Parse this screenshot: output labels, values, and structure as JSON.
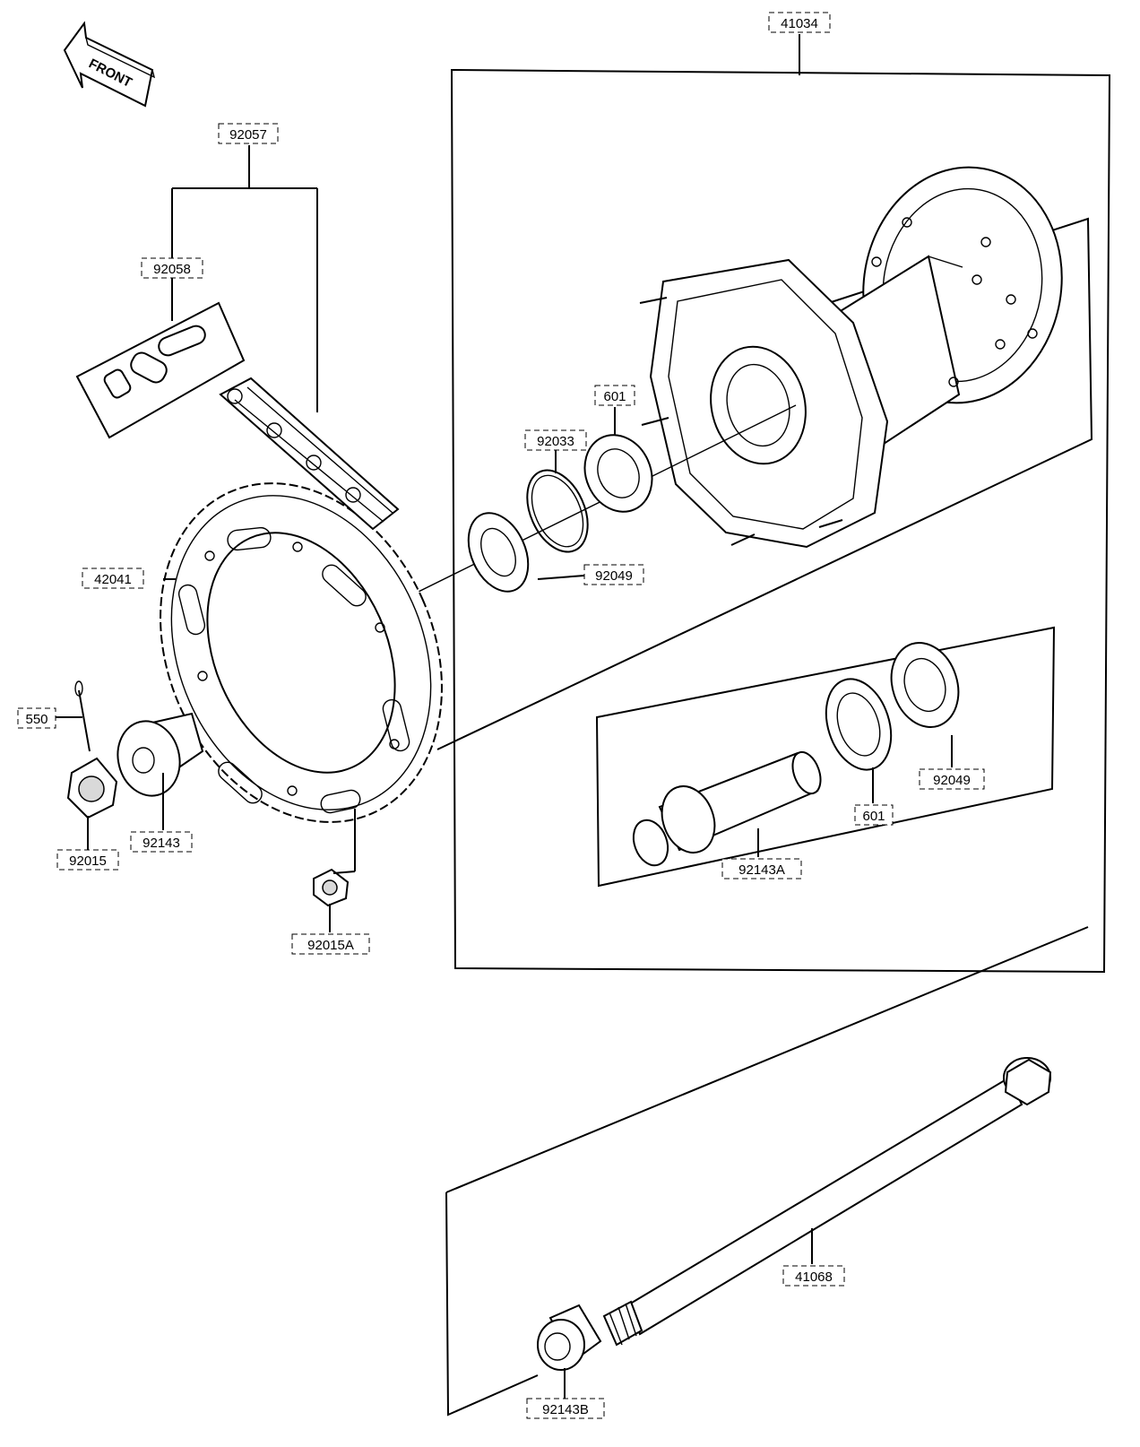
{
  "front_label": "FRONT",
  "labels": {
    "p41034": "41034",
    "p92057": "92057",
    "p92058": "92058",
    "p601a": "601",
    "p92033": "92033",
    "p92049a": "92049",
    "p42041": "42041",
    "p550": "550",
    "p92015": "92015",
    "p92143": "92143",
    "p92015A": "92015A",
    "p92049b": "92049",
    "p601b": "601",
    "p92143A": "92143A",
    "p41068": "41068",
    "p92143B": "92143B"
  }
}
